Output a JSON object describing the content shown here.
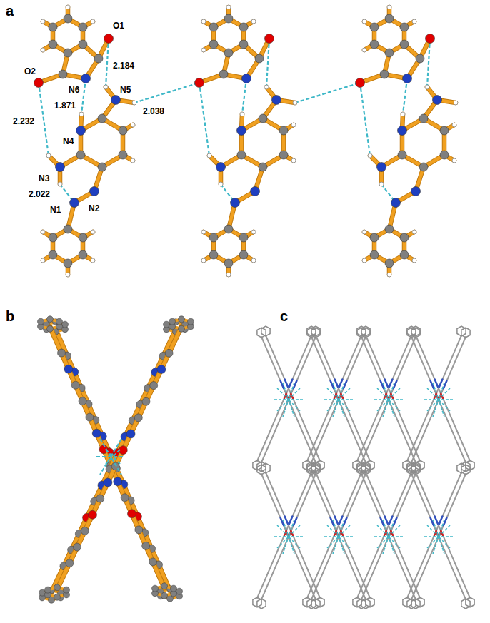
{
  "diagram": {
    "labels": [
      "a",
      "O1",
      "N6",
      "O2",
      "2.184",
      "N5",
      "1.871",
      "N4",
      "2.232",
      "N3",
      "2.038",
      "2.022",
      "N1",
      "N2",
      "b",
      "c"
    ]
  }
}
